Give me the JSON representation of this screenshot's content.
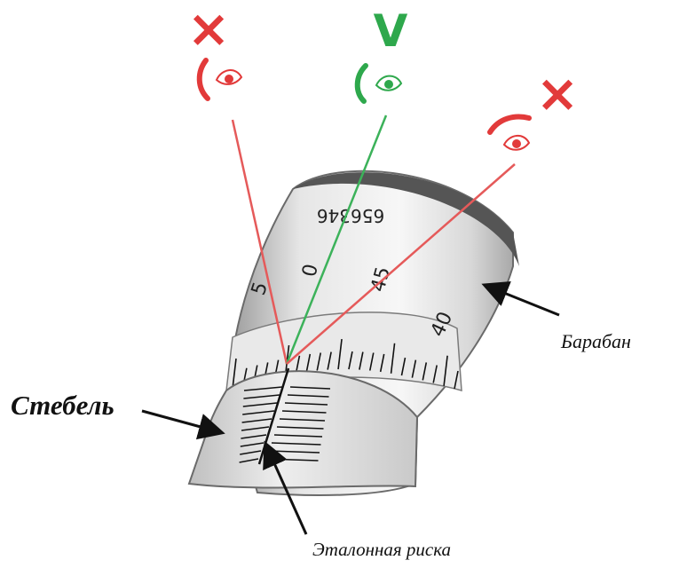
{
  "marks": {
    "wrong_left": "×",
    "correct": "V",
    "wrong_right": "×"
  },
  "labels": {
    "drum": "Барабан",
    "stem": "Стебель",
    "reference_line": "Эталонная риска"
  },
  "drum_serial": "656346",
  "drum_scale": {
    "five": "5",
    "zero": "0",
    "fortyfive": "45",
    "forty": "40"
  },
  "colors": {
    "wrong": "#e23a3a",
    "correct": "#2ea84c",
    "metal_light": "#f2f2f2",
    "metal_mid": "#cfcfcf",
    "metal_dark": "#8a8a8a",
    "ink": "#111111"
  },
  "icons": [
    "eye-icon",
    "cross-mark-icon",
    "check-mark-icon"
  ]
}
